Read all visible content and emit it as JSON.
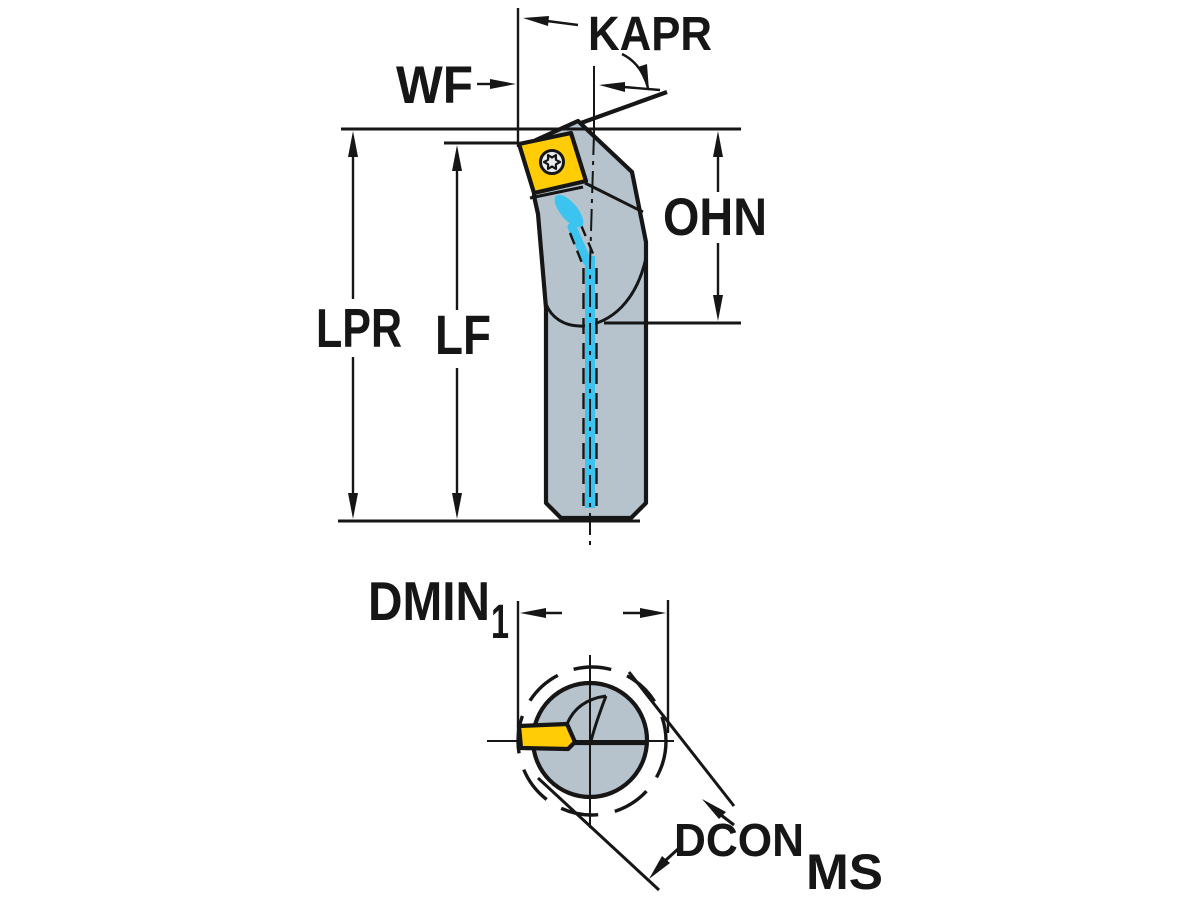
{
  "diagram": {
    "type": "tool-holder-dimension-drawing",
    "side_view": {
      "dimension_labels": {
        "kapr": "KAPR",
        "wf": "WF",
        "ohn": "OHN",
        "lpr": "LPR",
        "lf": "LF"
      }
    },
    "end_view": {
      "dimension_labels": {
        "dmin": "DMIN",
        "dmin_subscript": "1",
        "dcon": "DCON",
        "dcon_subscript": "MS"
      }
    },
    "colors": {
      "background": "#ffffff",
      "line": "#161616",
      "body": "#b6c3cc",
      "insert": "#ffcc05",
      "coolant": "#3cc4f0",
      "screw": "#eaeef1"
    }
  }
}
